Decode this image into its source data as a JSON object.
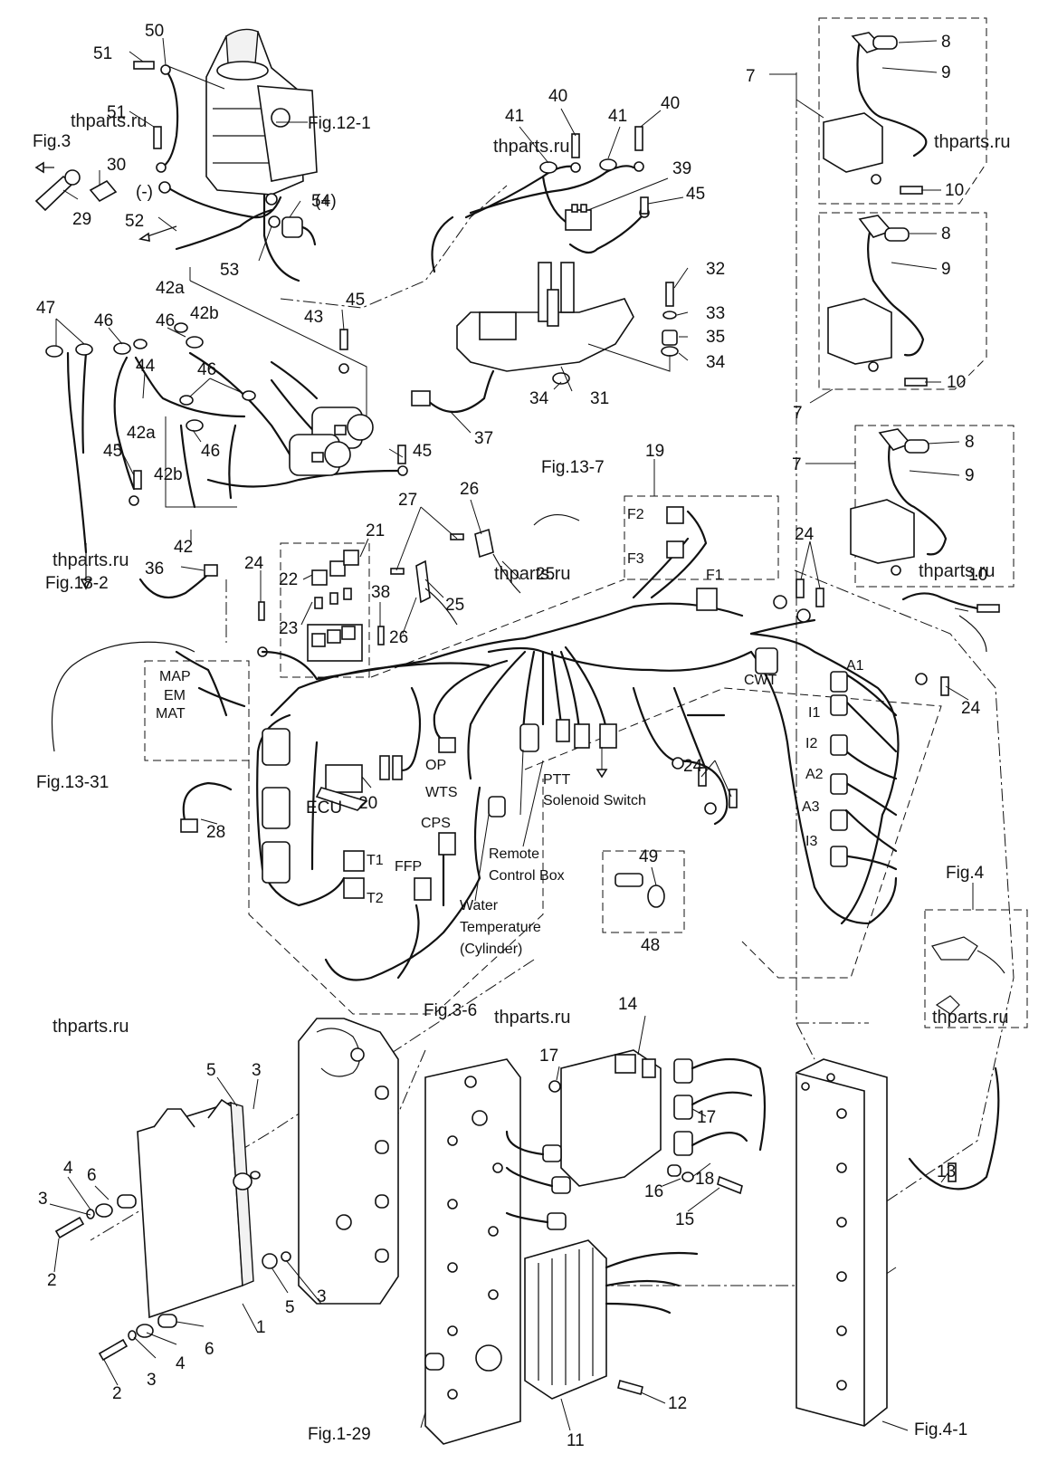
{
  "watermarks": [
    "thparts.ru",
    "thparts.ru",
    "thparts.ru",
    "thparts.ru",
    "thparts.ru",
    "thparts.ru",
    "thparts.ru",
    "thparts.ru",
    "thparts.ru",
    "thparts.ru"
  ],
  "figure_refs": {
    "fig_12_1": "Fig.12-1",
    "fig_3": "Fig.3",
    "fig_18_2": "Fig.18-2",
    "fig_13_7": "Fig.13-7",
    "fig_13_31": "Fig.13-31",
    "fig_3_6": "Fig.3-6",
    "fig_4": "Fig.4",
    "fig_1_29": "Fig.1-29",
    "fig_4_1": "Fig.4-1"
  },
  "polarity": {
    "negative": "(-)",
    "positive": "(+)"
  },
  "connector_labels": {
    "map": "MAP",
    "em": "EM",
    "mat": "MAT",
    "ecu": "ECU",
    "op": "OP",
    "wts": "WTS",
    "cps": "CPS",
    "ffp": "FFP",
    "t1": "T1",
    "t2": "T2",
    "f1": "F1",
    "f2": "F2",
    "f3": "F3",
    "cwt": "CWT",
    "a1": "A1",
    "i1": "I1",
    "i2": "I2",
    "a2": "A2",
    "a3": "A3",
    "i3": "I3"
  },
  "captions": {
    "ptt_1": "PTT",
    "ptt_2": "Solenoid Switch",
    "remote_1": "Remote",
    "remote_2": "Control Box",
    "water_1": "Water",
    "water_2": "Temperature",
    "water_3": "(Cylinder)"
  },
  "callouts": [
    "50",
    "51",
    "51",
    "30",
    "29",
    "52",
    "53",
    "54",
    "40",
    "41",
    "41",
    "40",
    "39",
    "45",
    "32",
    "33",
    "35",
    "34",
    "34",
    "31",
    "37",
    "45",
    "43",
    "42a",
    "42b",
    "47",
    "46",
    "46",
    "46",
    "44",
    "42a",
    "45",
    "46",
    "42b",
    "42",
    "36",
    "45",
    "27",
    "26",
    "25",
    "26",
    "25",
    "19",
    "21",
    "22",
    "23",
    "38",
    "24",
    "24",
    "24",
    "24",
    "20",
    "28",
    "49",
    "48",
    "8",
    "9",
    "10",
    "7",
    "8",
    "9",
    "10",
    "7",
    "8",
    "9",
    "10",
    "7",
    "14",
    "17",
    "17",
    "18",
    "16",
    "15",
    "13",
    "12",
    "11",
    "3",
    "5",
    "6",
    "4",
    "3",
    "2",
    "5",
    "3",
    "1",
    "2",
    "3",
    "4",
    "6"
  ]
}
